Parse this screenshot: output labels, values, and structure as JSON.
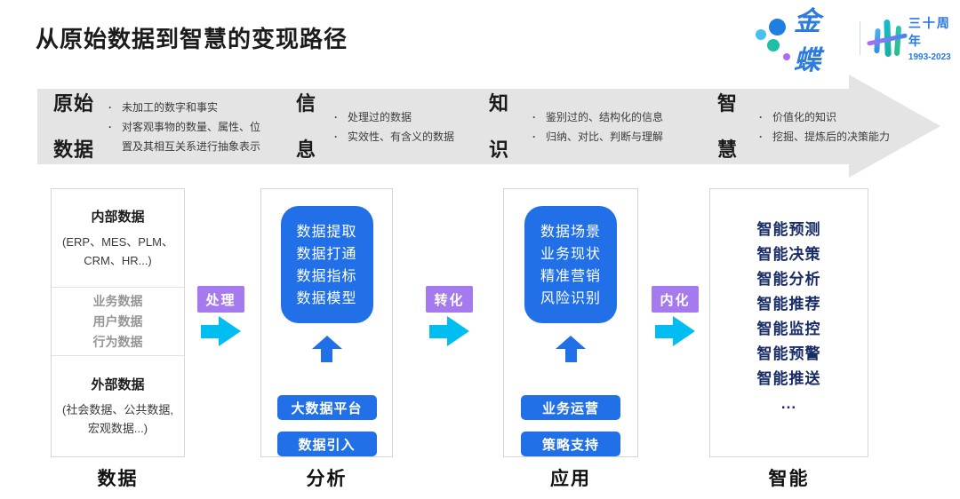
{
  "page": {
    "title": "从原始数据到智慧的变现路径"
  },
  "logo": {
    "brand": "金蝶",
    "anniversary": "三十周年",
    "years": "1993-2023"
  },
  "banner": {
    "stages": [
      {
        "label_line1": "原始",
        "label_line2": "数据",
        "bullets": [
          "未加工的数字和事实",
          "对客观事物的数量、属性、位置及其相互关系进行抽象表示"
        ]
      },
      {
        "label_line1": "信",
        "label_line2": "息",
        "bullets": [
          "处理过的数据",
          "实效性、有含义的数据"
        ]
      },
      {
        "label_line1": "知",
        "label_line2": "识",
        "bullets": [
          "鉴别过的、结构化的信息",
          "归纳、对比、判断与理解"
        ]
      },
      {
        "label_line1": "智",
        "label_line2": "慧",
        "bullets": [
          "价值化的知识",
          "挖掘、提炼后的决策能力"
        ]
      }
    ]
  },
  "flow": {
    "badges": [
      "处理",
      "转化",
      "内化"
    ]
  },
  "columns": {
    "data": {
      "footer": "数据",
      "internal_title": "内部数据",
      "internal_sub": "(ERP、MES、PLM、CRM、HR...)",
      "middle_items": [
        "业务数据",
        "用户数据",
        "行为数据"
      ],
      "external_title": "外部数据",
      "external_sub": "(社会数据、公共数据, 宏观数据...)"
    },
    "analysis": {
      "footer": "分析",
      "card_lines": [
        "数据提取",
        "数据打通",
        "数据指标",
        "数据模型"
      ],
      "buttons": [
        "大数据平台",
        "数据引入"
      ]
    },
    "application": {
      "footer": "应用",
      "card_lines": [
        "数据场景",
        "业务现状",
        "精准营销",
        "风险识别"
      ],
      "buttons": [
        "业务运营",
        "策略支持"
      ]
    },
    "intelligence": {
      "footer": "智能",
      "items": [
        "智能预测",
        "智能决策",
        "智能分析",
        "智能推荐",
        "智能监控",
        "智能预警",
        "智能推送",
        "..."
      ]
    }
  },
  "colors": {
    "accent_blue": "#2170E8",
    "navy_text": "#172B66",
    "badge_purple": "#A47AEE",
    "arrow_cyan": "#00BEF2",
    "banner_gray": "#E4E4E4",
    "brand_blue": "#2B7BE0"
  }
}
